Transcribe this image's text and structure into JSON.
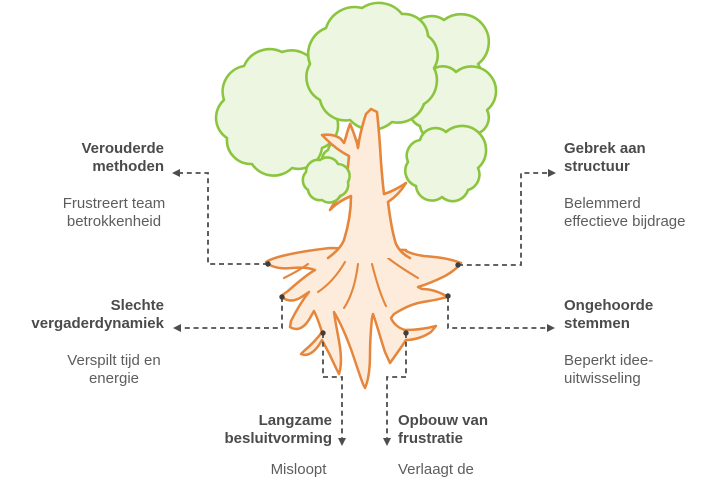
{
  "diagram": {
    "type": "problem-tree",
    "language": "nl",
    "colors": {
      "foliage_fill": "#edf6e0",
      "foliage_stroke": "#8bc53f",
      "wood_fill": "#fdecdc",
      "wood_stroke": "#e5863c",
      "connector": "#4d4d4d",
      "dot": "#3e3e3e",
      "heading_text": "#4b4b4b",
      "body_text": "#5d5d5d",
      "background": "#ffffff"
    },
    "tree": {
      "name": "tree-with-roots-illustration"
    },
    "labels": [
      {
        "id": "outdated-methods",
        "title": "Verouderde methoden",
        "description": "Frustreert team betrokkenheid",
        "side": "left"
      },
      {
        "id": "lack-of-structure",
        "title": "Gebrek aan structuur",
        "description": "Belemmerd effectieve bijdrage",
        "side": "right"
      },
      {
        "id": "poor-meeting-dynamics",
        "title": "Slechte vergaderdynamiek",
        "description": "Verspilt tijd en energie",
        "side": "left"
      },
      {
        "id": "unheard-voices",
        "title": "Ongehoorde stemmen",
        "description": "Beperkt idee-uitwisseling",
        "side": "right"
      },
      {
        "id": "slow-decision-making",
        "title": "Langzame besluitvorming",
        "description": "Misloopt",
        "side": "bottom-left"
      },
      {
        "id": "frustration-buildup",
        "title": "Opbouw van frustratie",
        "description": "Verlaagt de",
        "side": "bottom-right"
      }
    ]
  }
}
